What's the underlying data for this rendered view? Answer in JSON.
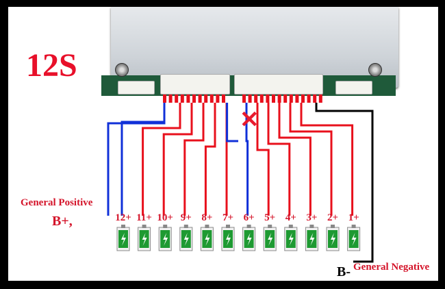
{
  "title": "12S",
  "labels": {
    "general_positive": "General Positive",
    "b_plus": "B+,",
    "b_minus": "B-",
    "general_negative": "General Negative"
  },
  "cells": [
    "12+",
    "11+",
    "10+",
    "9+",
    "8+",
    "7+",
    "6+",
    "5+",
    "4+",
    "3+",
    "2+",
    "1+"
  ],
  "cross_symbol": "✕",
  "colors": {
    "red_wire": "#e8101c",
    "blue_wire": "#1030d8",
    "black_wire": "#000000",
    "label_red": "#d4142a",
    "battery_green": "#1e9a32"
  }
}
